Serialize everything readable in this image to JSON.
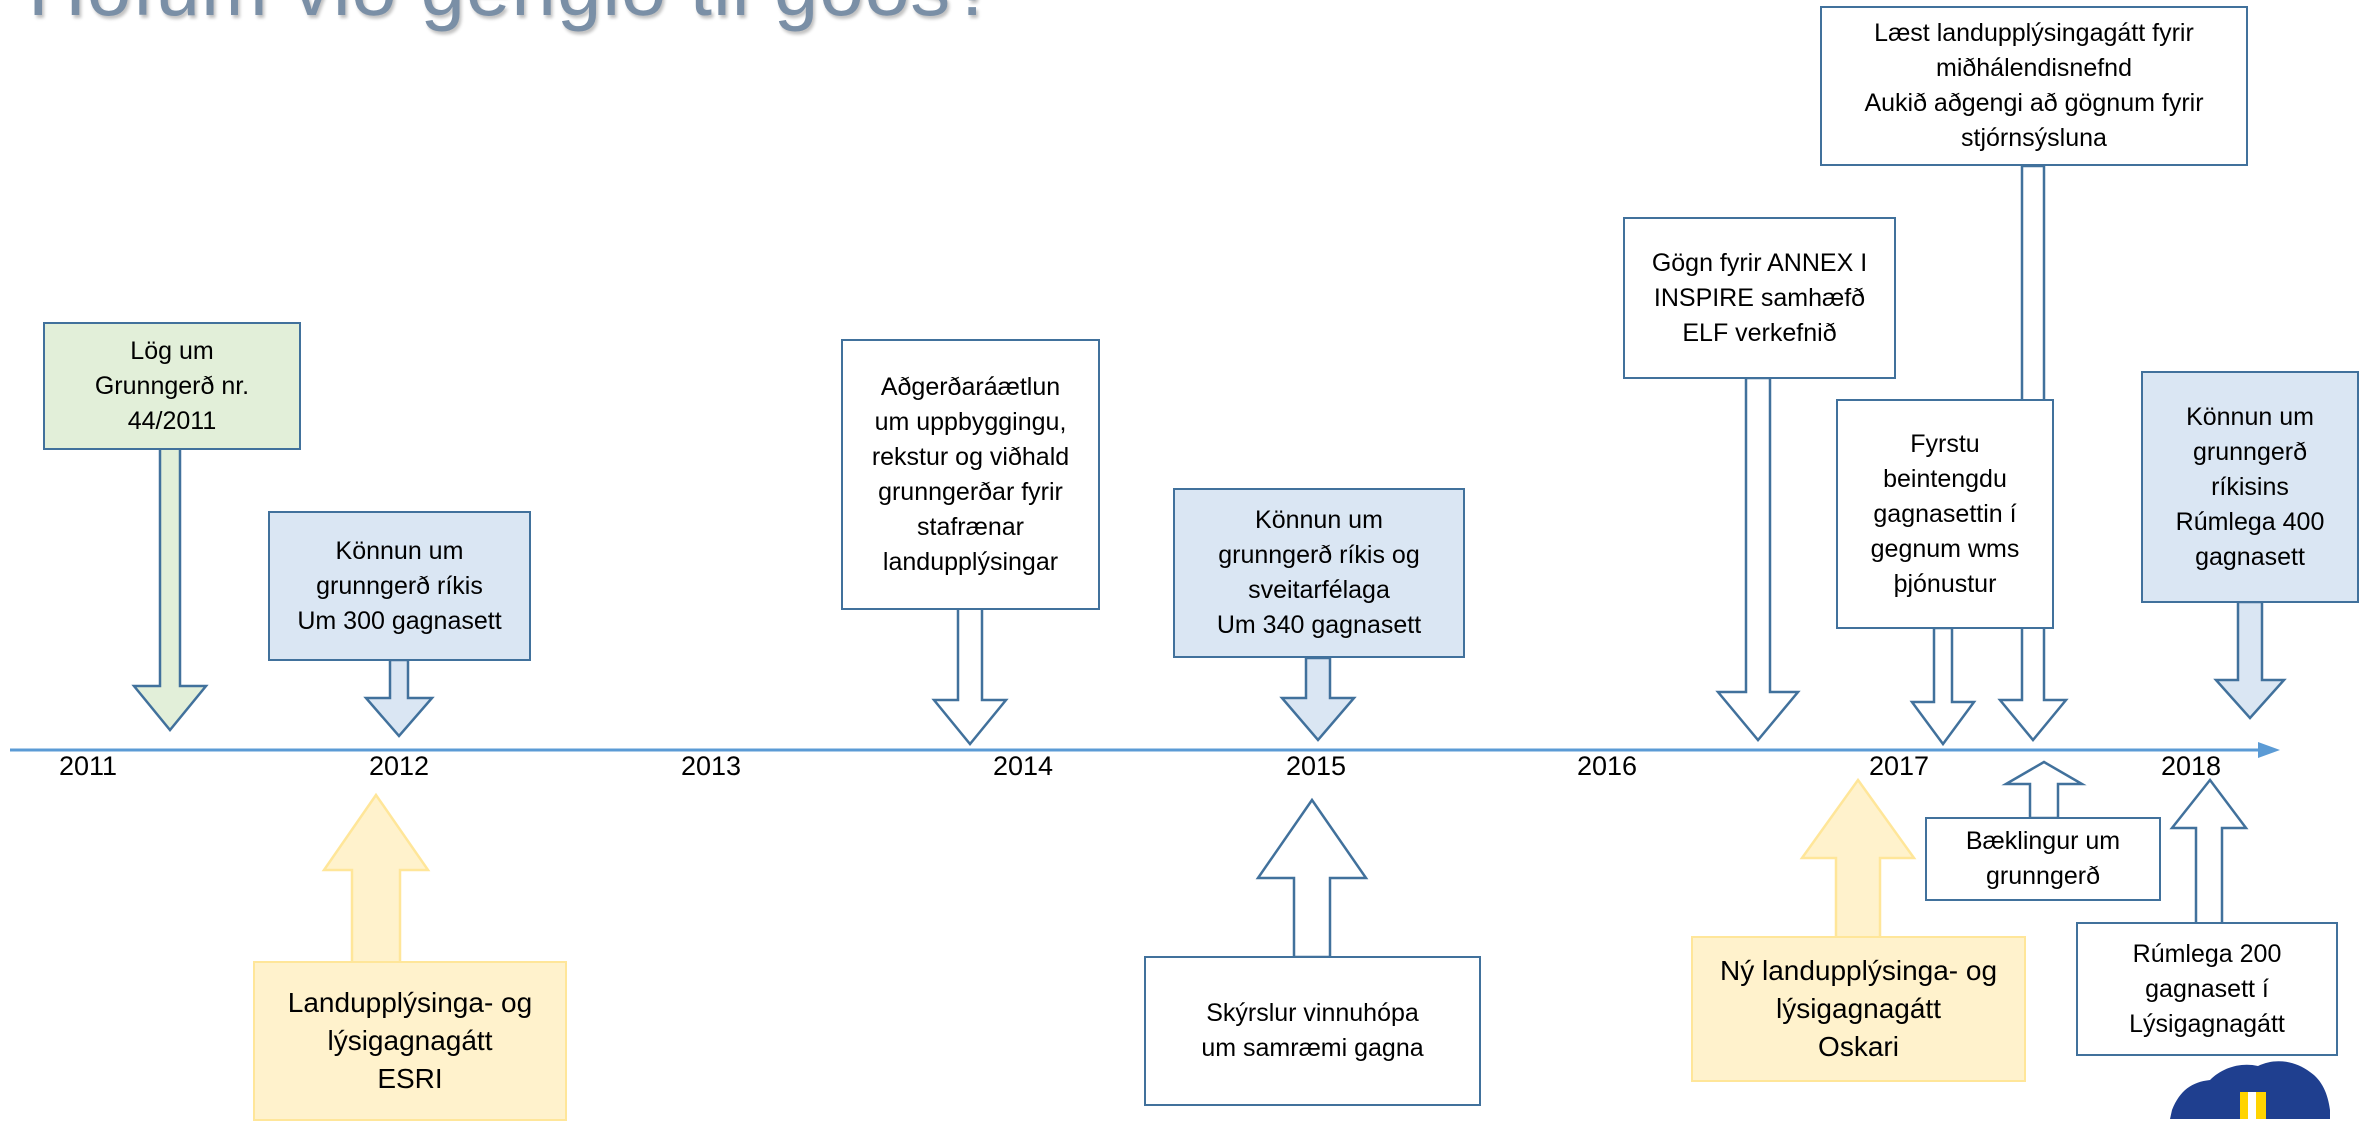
{
  "title": "Höfum við gengið til góðs?",
  "years": [
    "2011",
    "2012",
    "2013",
    "2014",
    "2015",
    "2016",
    "2017",
    "2018"
  ],
  "events": {
    "log_2011": "Lög um\nGrunngerð nr.\n44/2011",
    "konnun_2012": "Könnun um\ngrunngerð ríkis\nUm 300 gagnasett",
    "adgerdaraetlun": "Aðgerðaráætlun\num uppbyggingu,\nrekstur og viðhald\ngrunngerðar fyrir\nstafrænar\nlandupplýsingar",
    "konnun_2015": "Könnun um\ngrunngerð ríkis og\nsveitarfélaga\nUm 340 gagnasett",
    "annex": "Gögn fyrir ANNEX I\nINSPIRE samhæfð\nELF verkefnið",
    "midhalendi": "Læst landupplýsingagátt fyrir\nmiðhálendisnefnd\nAukið aðgengi að gögnum fyrir\nstjórnsýsluna",
    "fyrstu": "Fyrstu\nbeintengdu\ngagnasettin í\ngegnum wms\nþjónustur",
    "konnun_2018": "Könnun um\ngrunngerð\nríkisins\nRúmlega 400\ngagnasett",
    "gatt_esri": "Landupplýsinga- og\nlýsigagnagátt\nESRI",
    "skyrslur": "Skýrslur vinnuhópa\num samræmi gagna",
    "ny_gatt": "Ný landupplýsinga- og\nlýsigagnagátt\nOskari",
    "baeklingur": "Bæklingur um\ngrunngerð",
    "rumlega_200": "Rúmlega 200\ngagnasett í\nLýsigagnagátt"
  },
  "colors": {
    "timeline": "#5b9bd5",
    "outline": "#41719c",
    "blue_fill": "#dae6f3",
    "green_fill": "#e2efd9",
    "yellow_fill": "#fff2cc",
    "yellow_line": "#ffe699"
  }
}
